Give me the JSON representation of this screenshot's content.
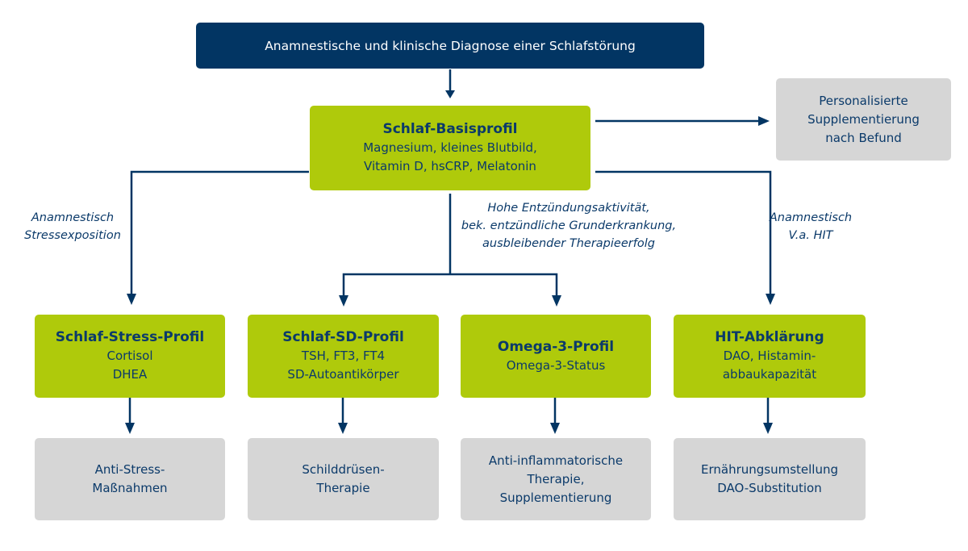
{
  "diagram": {
    "top": {
      "text": "Anamnestische und klinische Diagnose einer Schlafstörung"
    },
    "basis": {
      "title": "Schlaf-Basisprofil",
      "lines": [
        "Magnesium, kleines Blutbild,",
        "Vitamin D, hsCRP, Melatonin"
      ]
    },
    "personalized": {
      "lines": [
        "Personalisierte",
        "Supplementierung",
        "nach Befund"
      ]
    },
    "edge_labels": {
      "left": [
        "Anamnestisch",
        "Stressexposition"
      ],
      "center": [
        "Hohe Entzündungsaktivität,",
        "bek. entzündliche Grunderkrankung,",
        "ausbleibender Therapieerfolg"
      ],
      "right": [
        "Anamnestisch",
        "V.a. HIT"
      ]
    },
    "profiles": [
      {
        "title": "Schlaf-Stress-Profil",
        "lines": [
          "Cortisol",
          "DHEA"
        ]
      },
      {
        "title": "Schlaf-SD-Profil",
        "lines": [
          "TSH, FT3, FT4",
          "SD-Autoantikörper"
        ]
      },
      {
        "title": "Omega-3-Profil",
        "lines": [
          "Omega-3-Status"
        ]
      },
      {
        "title": "HIT-Abklärung",
        "lines": [
          "DAO, Histamin-",
          "abbaukapazität"
        ]
      }
    ],
    "outcomes": [
      {
        "lines": [
          "Anti-Stress-",
          "Maßnahmen"
        ]
      },
      {
        "lines": [
          "Schilddrüsen-",
          "Therapie"
        ]
      },
      {
        "lines": [
          "Anti-inflammatorische",
          "Therapie,",
          "Supplementierung"
        ]
      },
      {
        "lines": [
          "Ernährungsumstellung",
          "DAO-Substitution"
        ]
      }
    ],
    "colors": {
      "navy": "#023563",
      "green": "#afca0b",
      "grey": "#d6d6d6",
      "text": "#0b3a6a"
    }
  }
}
